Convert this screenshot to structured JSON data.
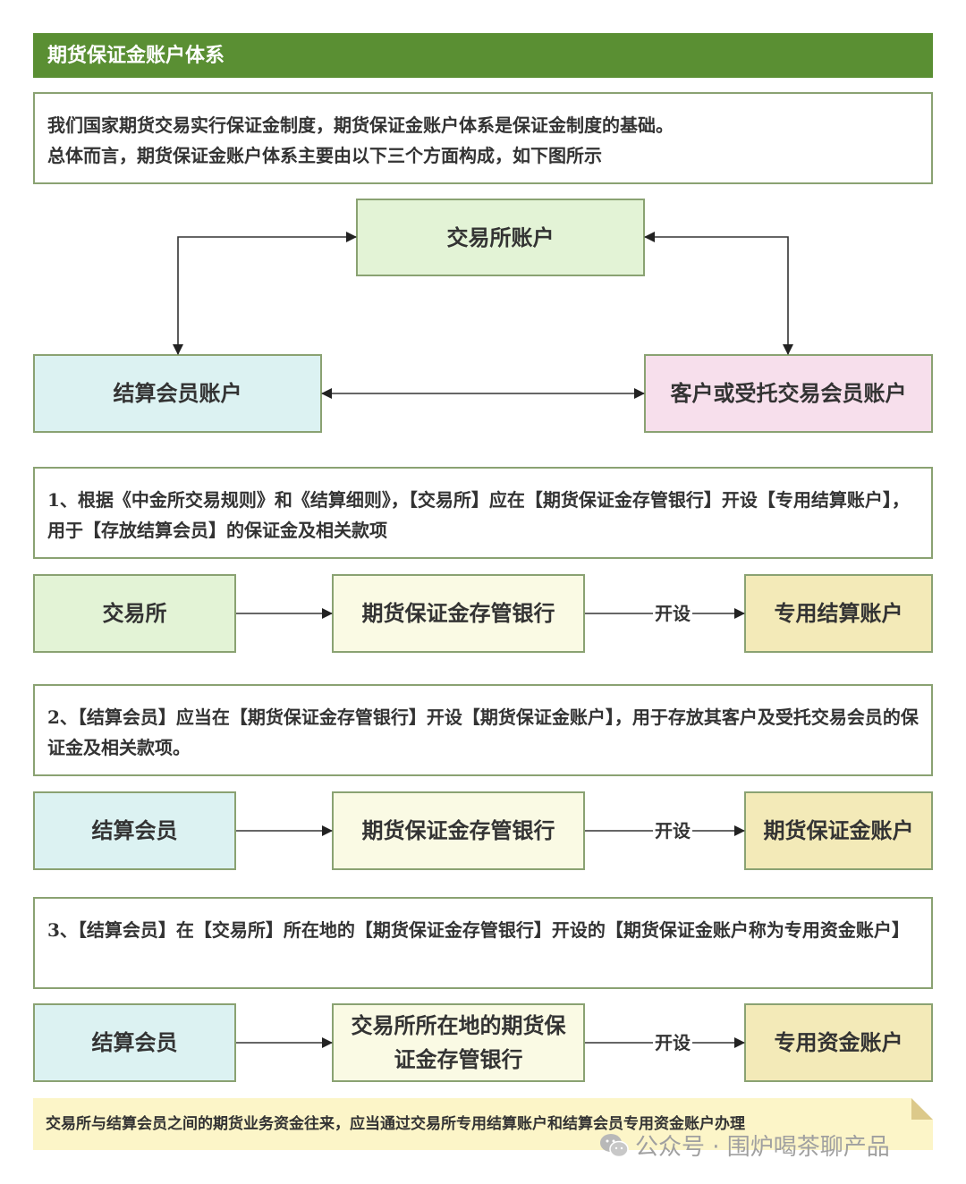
{
  "header": {
    "title": "期货保证金账户体系"
  },
  "intro": {
    "lines": [
      "我们国家期货交易实行保证金制度，期货保证金账户体系是保证金制度的基础。",
      "总体而言，期货保证金账户体系主要由以下三个方面构成，如下图所示"
    ]
  },
  "overview_diagram": {
    "nodes": {
      "exchange": "交易所账户",
      "clearing": "结算会员账户",
      "client": "客户或受托交易会员账户"
    },
    "edges": [
      {
        "from": "clearing",
        "to": "exchange",
        "bidirectional": true
      },
      {
        "from": "client",
        "to": "exchange",
        "bidirectional": true
      },
      {
        "from": "clearing",
        "to": "client",
        "bidirectional": true
      }
    ]
  },
  "sections": [
    {
      "text": "1、根据《中金所交易规则》和《结算细则》，【交易所】应在【期货保证金存管银行】开设【专用结算账户】，用于【存放结算会员】的保证金及相关款项",
      "flow": [
        "交易所",
        "期货保证金存管银行",
        "专用结算账户"
      ],
      "edge_label": "开设"
    },
    {
      "text": "2、【结算会员】应当在【期货保证金存管银行】开设【期货保证金账户】，用于存放其客户及受托交易会员的保证金及相关款项。",
      "flow": [
        "结算会员",
        "期货保证金存管银行",
        "期货保证金账户"
      ],
      "edge_label": "开设"
    },
    {
      "text": "3、【结算会员】在【交易所】所在地的【期货保证金存管银行】开设的【期货保证金账户称为专用资金账户】",
      "flow": [
        "结算会员",
        "交易所所在地的期货保证金存管银行",
        "专用资金账户"
      ],
      "edge_label": "开设"
    }
  ],
  "note": "交易所与结算会员之间的期货业务资金往来，应当通过交易所专用结算账户和结算会员专用资金账户办理",
  "watermark": "公众号 · 围炉喝茶聊产品",
  "colors": {
    "header": "#5a8f33",
    "green_node": "#e3f3d6",
    "cyan_node": "#dcf2f2",
    "pink_node": "#f7dfec",
    "cream_node": "#fafae4",
    "tan_node": "#f3eab8",
    "note_bg": "#fcf5c8"
  }
}
